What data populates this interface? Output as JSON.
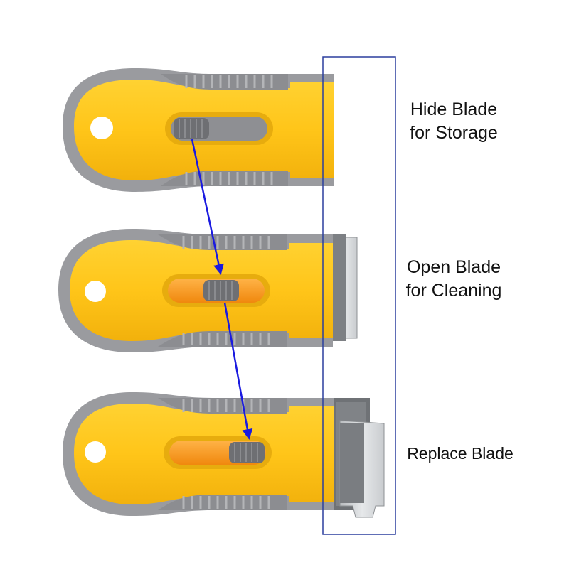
{
  "colors": {
    "handle_yellow": "#FFC519",
    "handle_gray": "#9A9B9F",
    "grip_gray": "#8C8D91",
    "blade_silver": "#D4D6D8",
    "arrow_blue": "#1A1AE0",
    "frame_blue": "#2B3F9E",
    "window_orange": "#F59A1E",
    "text": "#111111"
  },
  "icons": [
    "scraper-closed-image",
    "scraper-open-image",
    "scraper-replace-image",
    "blade-frame",
    "step-arrow"
  ],
  "labels": {
    "hide_line1": "Hide Blade",
    "hide_line2": "for Storage",
    "open_line1": "Open Blade",
    "open_line2": "for Cleaning",
    "replace": "Replace Blade"
  }
}
